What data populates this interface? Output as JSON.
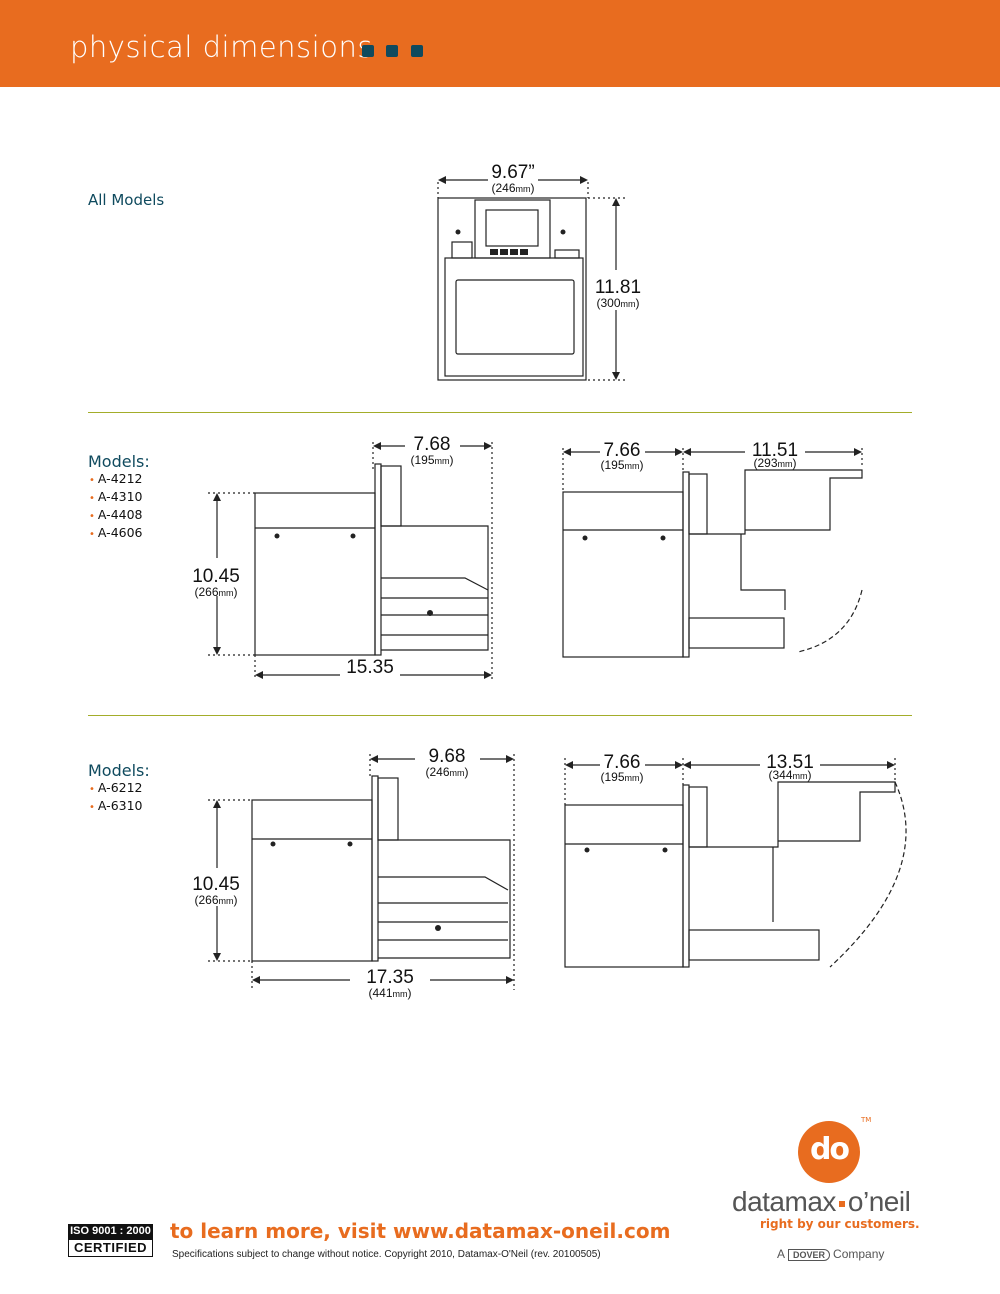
{
  "header": {
    "title": "physical dimensions",
    "accent_color": "#e86c1f",
    "square_color": "#0f4a5e"
  },
  "sections": [
    {
      "label": "All Models",
      "views": [
        {
          "view": "front",
          "width_in": "9.67”",
          "width_mm": "(246",
          "height_in": "11.81",
          "height_mm": "(300"
        }
      ]
    },
    {
      "title": "Models:",
      "models": [
        "A-4212",
        "A-4310",
        "A-4408",
        "A-4606"
      ],
      "views": [
        {
          "view": "side-closed",
          "top_in": "7.68",
          "top_mm": "(195",
          "height_in": "10.45",
          "height_mm": "(266",
          "depth_in": "15.35"
        },
        {
          "view": "side-open",
          "left_in": "7.66",
          "left_mm": "(195",
          "right_in": "11.51",
          "right_mm": "(293"
        }
      ]
    },
    {
      "title": "Models:",
      "models": [
        "A-6212",
        "A-6310"
      ],
      "views": [
        {
          "view": "side-closed",
          "top_in": "9.68",
          "top_mm": "(246",
          "height_in": "10.45",
          "height_mm": "(266",
          "depth_in": "17.35",
          "depth_mm": "(441"
        },
        {
          "view": "side-open",
          "left_in": "7.66",
          "left_mm": "(195",
          "right_in": "13.51",
          "right_mm": "(344"
        }
      ]
    }
  ],
  "units": {
    "mm_suffix": "mm",
    "close_paren": ")"
  },
  "footer": {
    "iso_top": "ISO 9001 : 2000",
    "iso_bottom": "CERTIFIED",
    "cta": "to learn more, visit www.datamax-oneil.com",
    "fine_print": "Specifications subject to change without notice.  Copyright 2010, Datamax-O'Neil (rev. 20100505)",
    "logo_glyph": "do",
    "tm": "TM",
    "brand_left": "datamax",
    "brand_right": "o’neil",
    "tagline": "right by our customers.",
    "dover_prefix": "A",
    "dover_badge": "DOVER",
    "dover_suffix": "Company"
  }
}
